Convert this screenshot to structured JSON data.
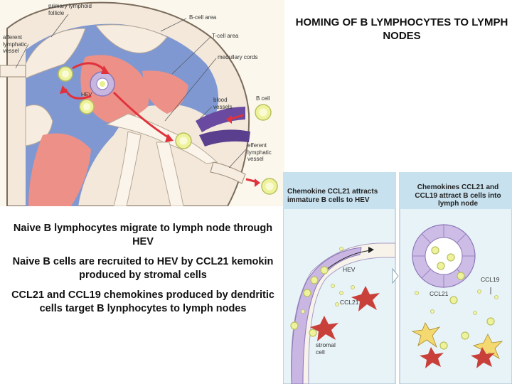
{
  "page_title": "HOMING OF B LYMPHOCYTES TO LYMPH NODES",
  "bullets": [
    "Naive B lymphocytes migrate to lymph node through HEV",
    "Naive B cells are recruited to HEV by CCL21 kemokin produced by stromal cells",
    "CCL21 and CCL19 chemokines produced by dendritic cells target B lynphocytes to lymph nodes"
  ],
  "lymph_node_diagram": {
    "labels": {
      "primary_follicle": "primary lymphoid\nfollicle",
      "afferent_vessel": "afferent\nlymphatic\nvessel",
      "b_cell_area": "B-cell area",
      "t_cell_area": "T-cell area",
      "medullary_cords": "medullary cords",
      "hev": "HEV",
      "blood_vessels": "blood\nvessels",
      "b_cell": "B cell",
      "efferent_vessel": "efferent\nlymphatic\nvessel"
    }
  },
  "chemokine_panels": {
    "left": {
      "title": "Chemokine CCL21 attracts immature B cells to HEV",
      "labels": {
        "hev": "HEV",
        "ccl21": "CCL21",
        "stromal_cell": "stromal\ncell"
      }
    },
    "right": {
      "title": "Chemokines CCL21 and CCL19 attract B cells into lymph node",
      "labels": {
        "ccl21": "CCL21",
        "ccl19": "CCL19"
      }
    }
  },
  "colors": {
    "b_cell_area": "#7f98d2",
    "t_cell_area": "#ec9088",
    "node_background": "#f6ecdf",
    "panel_background": "#d7eaf3",
    "cell_yellow": "#eef39b",
    "vessel_purple": "#6a4aa0",
    "arrow_red": "#e0323c"
  }
}
